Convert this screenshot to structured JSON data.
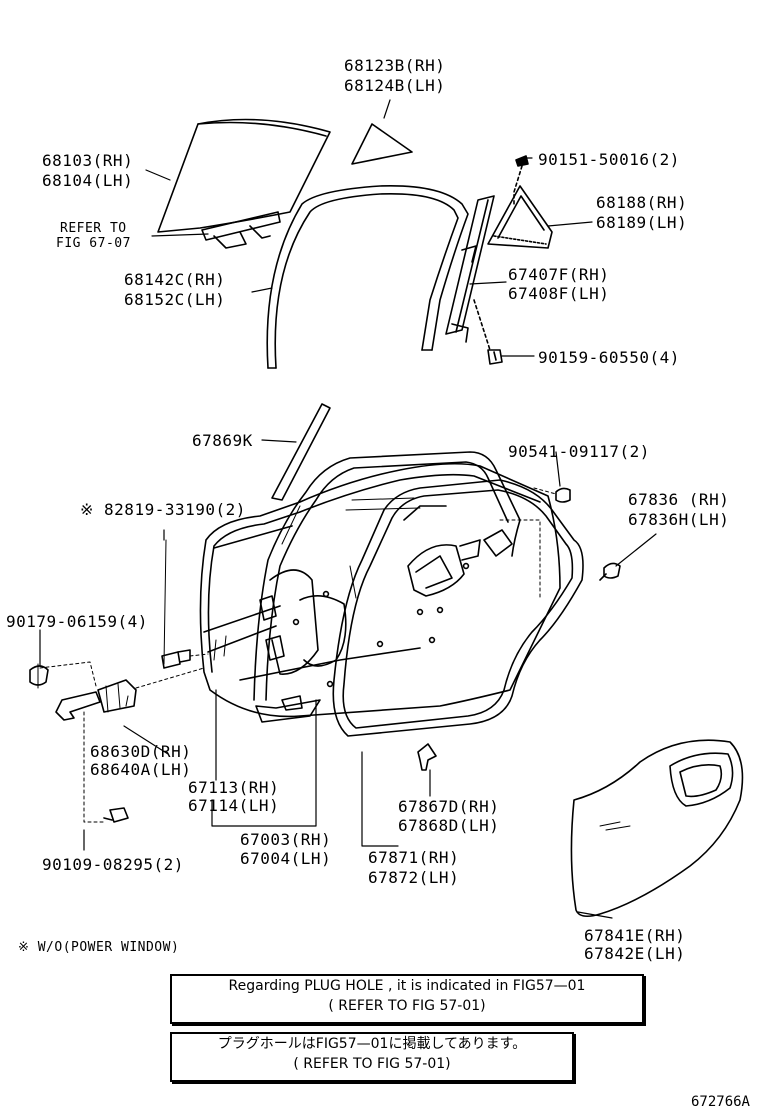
{
  "labels": {
    "p68123": "68123B(RH)",
    "p68124": "68124B(LH)",
    "p68103": "68103(RH)",
    "p68104": "68104(LH)",
    "refer_a": "REFER TO",
    "refer_b": "FIG 67-07",
    "p90151": "90151-50016(2)",
    "p68188": "68188(RH)",
    "p68189": "68189(LH)",
    "p68142": "68142C(RH)",
    "p68152": "68152C(LH)",
    "p67407": "67407F(RH)",
    "p67408": "67408F(LH)",
    "p90159": "90159-60550(4)",
    "p67869": "67869K",
    "p90541": "90541-09117(2)",
    "p82819": "※ 82819-33190(2)",
    "p67836": "67836 (RH)",
    "p67836h": "67836H(LH)",
    "p90179": "90179-06159(4)",
    "p68630": "68630D(RH)",
    "p68640": "68640A(LH)",
    "p67113": "67113(RH)",
    "p67114": "67114(LH)",
    "p67867": "67867D(RH)",
    "p67868": "67868D(LH)",
    "p67003": "67003(RH)",
    "p67004": "67004(LH)",
    "p67871": "67871(RH)",
    "p67872": "67872(LH)",
    "p90109": "90109-08295(2)",
    "p67841": "67841E(RH)",
    "p67842": "67842E(LH)",
    "note": "※ W/O(POWER WINDOW)"
  },
  "notes": {
    "en_line1": "Regarding PLUG HOLE , it is indicated in FIG57—01",
    "en_line2": "( REFER TO FIG 57-01)",
    "jp_line1": "プラグホールはFIG57—01に掲載してあります。",
    "jp_line2": "( REFER TO FIG 57-01)"
  },
  "figure_code": "672766A"
}
